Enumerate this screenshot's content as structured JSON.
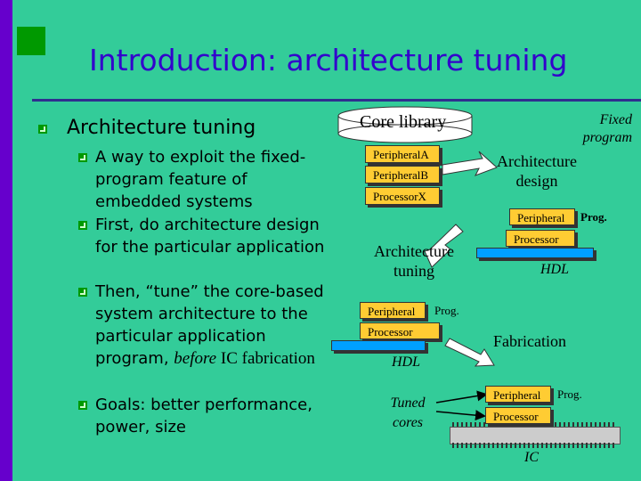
{
  "slide": {
    "title": "Introduction: architecture tuning",
    "level1": "Architecture tuning",
    "bullets": [
      {
        "text": "A way to exploit the fixed-program feature of embedded systems"
      },
      {
        "text": "First, do architecture design for the particular application"
      },
      {
        "pre": "Then, “tune” the core-based system architecture to the particular application program, ",
        "em": "before",
        "post": " IC fabrication"
      },
      {
        "text": "Goals: better performance, power, size"
      }
    ]
  },
  "diagram": {
    "core_library": "Core library",
    "lib_items": [
      "PeripheralA",
      "PeripheralB",
      "ProcessorX"
    ],
    "fixed_program": "Fixed program",
    "arch_design": "Architecture design",
    "arch_tuning": "Architecture tuning",
    "peripheral": "Peripheral",
    "prog": "Prog.",
    "processor": "Processor",
    "hdl": "HDL",
    "fabrication": "Fabrication",
    "tuned_cores": "Tuned cores",
    "ic": "IC"
  },
  "colors": {
    "background": "#33cc99",
    "left_bar": "#6600cc",
    "title_text": "#3300cc",
    "bullet": "#009900",
    "box_fill": "#ffcc33",
    "hdl_bar": "#00a0ff"
  }
}
